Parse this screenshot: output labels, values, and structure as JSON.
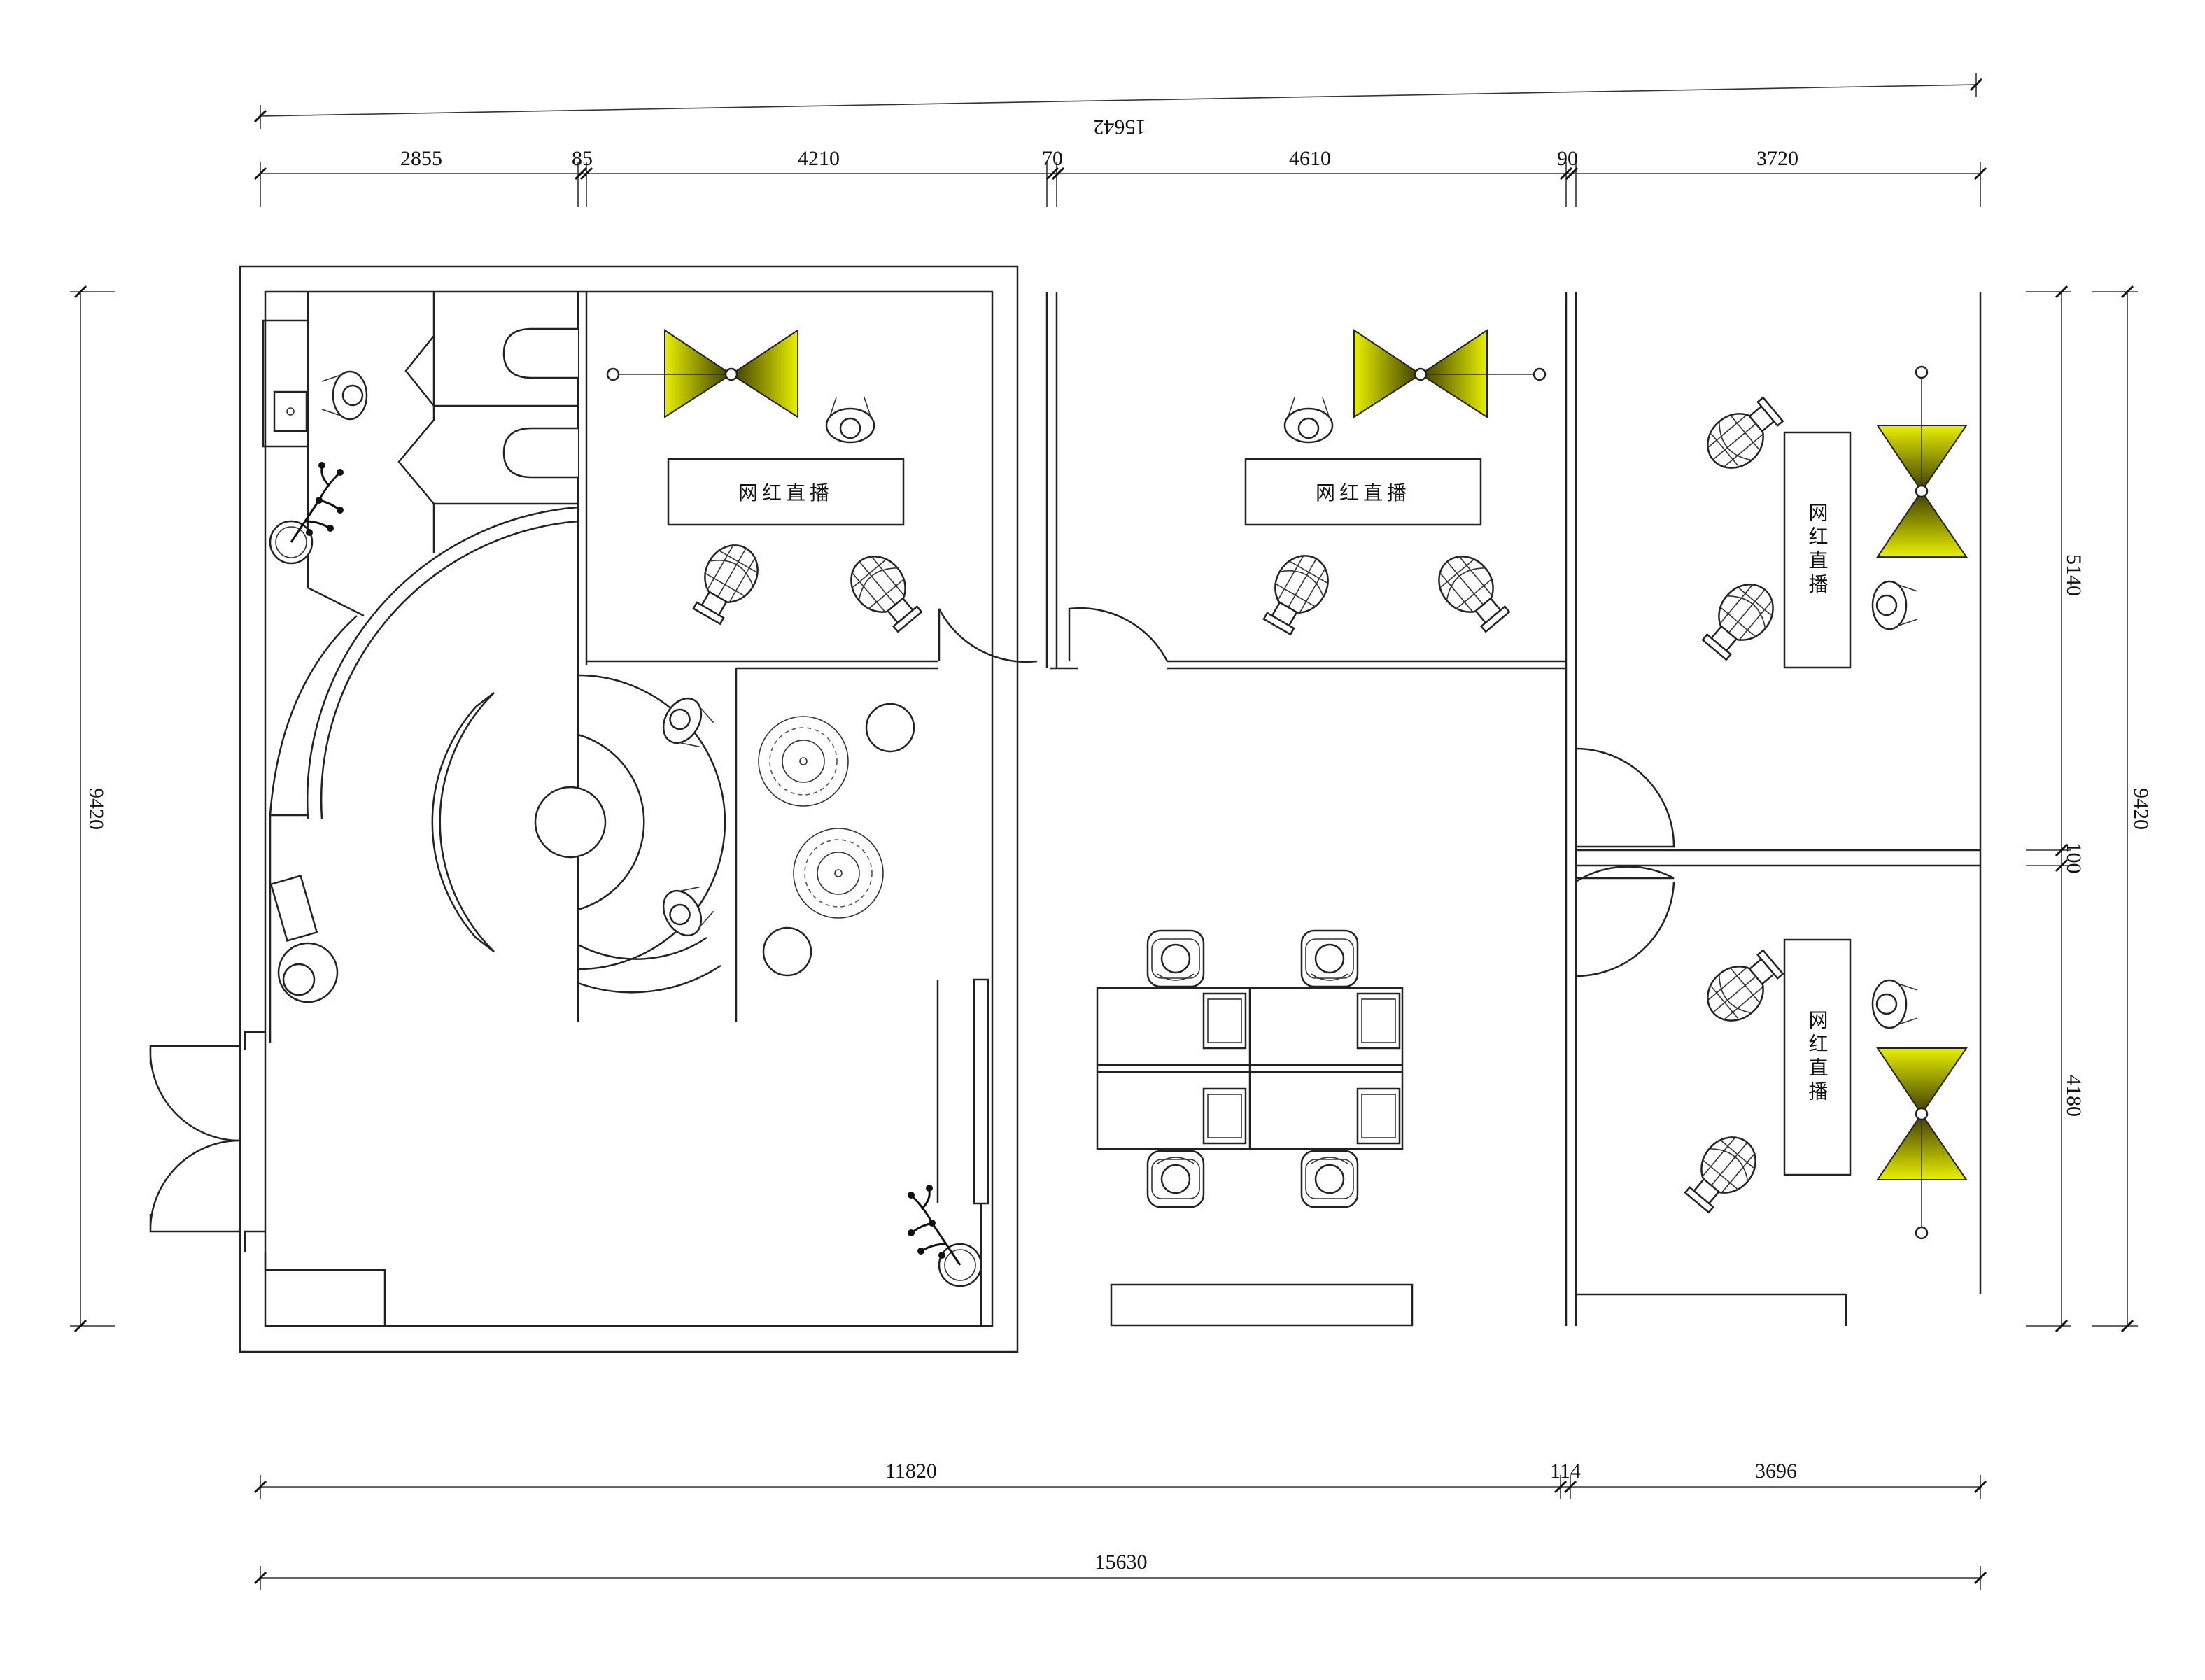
{
  "dimensions": {
    "top_total": "15642",
    "top_segments": [
      "2855",
      "85",
      "4210",
      "70",
      "4610",
      "90",
      "3720"
    ],
    "bottom_segments": [
      "11820",
      "114",
      "3696"
    ],
    "bottom_total": "15630",
    "left_total": "9420",
    "right_total": "9420",
    "right_segments": [
      "5140",
      "100",
      "4180"
    ]
  },
  "rooms": {
    "studio_1": "网红直播",
    "studio_2": "网红直播",
    "studio_3": "网红直播",
    "studio_4": "网红直播"
  },
  "colors": {
    "light_yellow": "#e8f000",
    "light_dark": "#3a3a00",
    "line": "#222222"
  },
  "icons": [
    "fill-light-icon",
    "person-icon",
    "lamp-icon",
    "chair-icon",
    "plant-icon",
    "door-icon",
    "sink-icon",
    "toilet-icon"
  ]
}
